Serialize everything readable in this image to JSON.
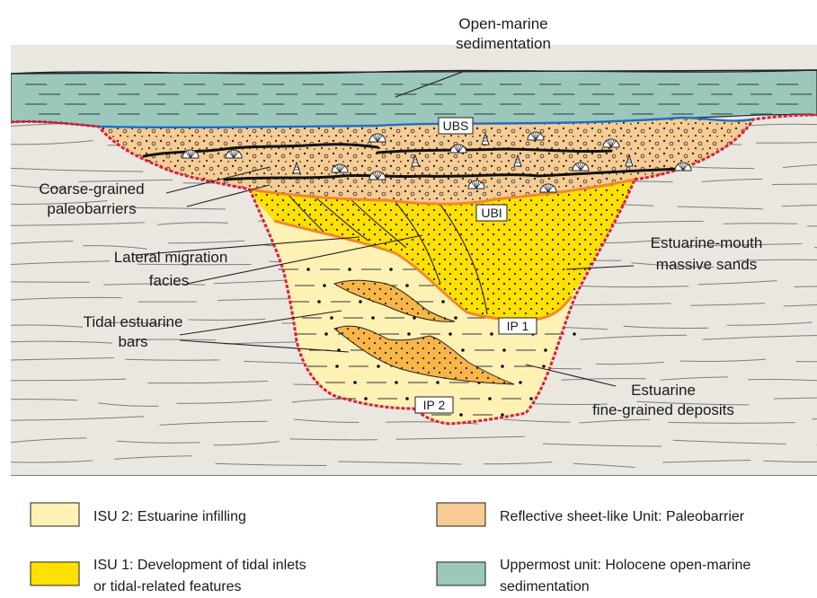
{
  "labels": {
    "open_marine_1": "Open-marine",
    "open_marine_2": "sedimentation",
    "coarse_1": "Coarse-grained",
    "coarse_2": "paleobarriers",
    "lateral_1": "Lateral migration",
    "lateral_2": "facies",
    "tidal_1": "Tidal estuarine",
    "tidal_2": "bars",
    "mouth_1": "Estuarine-mouth",
    "mouth_2": "massive sands",
    "fine_1": "Estuarine",
    "fine_2": "fine-grained deposits"
  },
  "surfaces": {
    "ubs": "UBS",
    "ubi": "UBI",
    "ip1": "IP 1",
    "ip2": "IP 2"
  },
  "legend": {
    "isu2": "ISU 2: Estuarine infilling",
    "isu1_1": "ISU 1: Development of tidal inlets",
    "isu1_2": "or tidal-related features",
    "reflective": "Reflective sheet-like Unit: Paleobarrier",
    "uppermost_1": "Uppermost unit: Holocene open-marine",
    "uppermost_2": "sedimentation"
  },
  "colors": {
    "background_strata": "#eae7e1",
    "open_marine": "#9cc7bb",
    "paleobarrier": "#f6cc94",
    "isu1": "#ffe000",
    "isu2": "#fdf1b4",
    "erosion_surface": "#dc1f3c",
    "sea_floor_line": "#1d6fc4",
    "ubi_line": "#ef8a2a"
  }
}
